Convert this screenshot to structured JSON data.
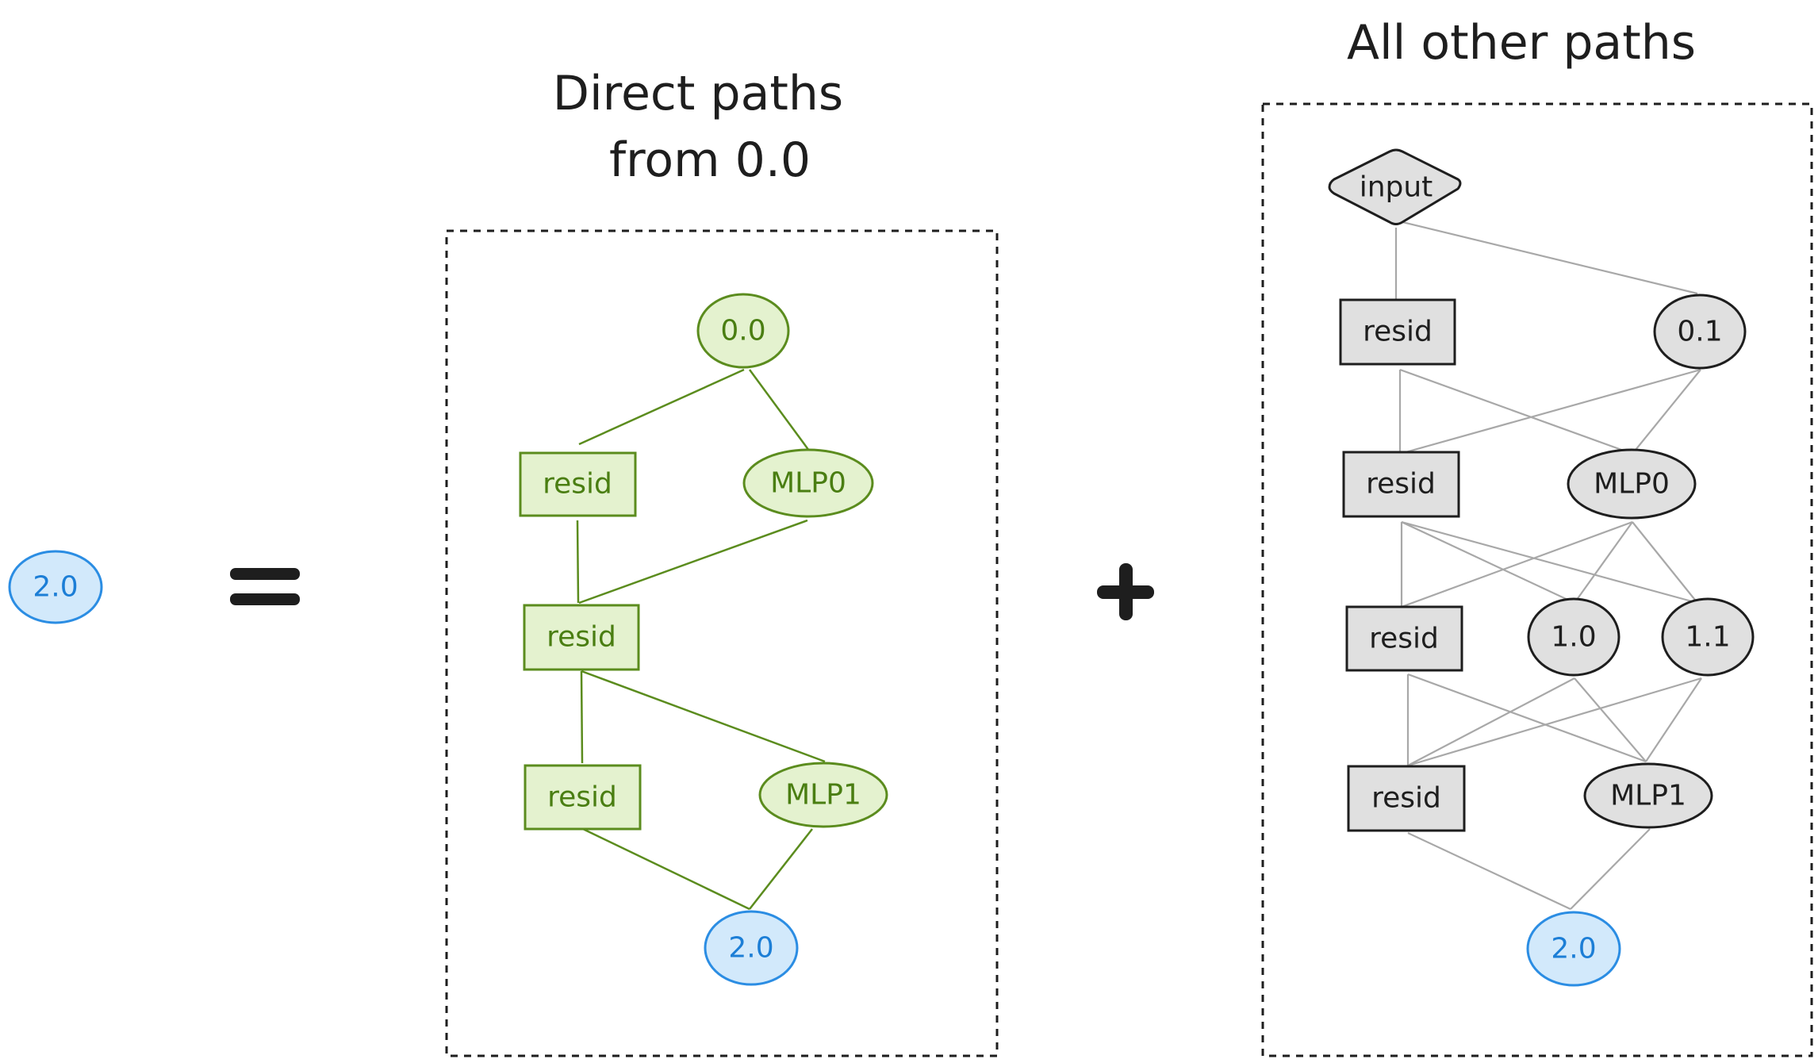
{
  "left_node": {
    "label": "2.0"
  },
  "operators": {
    "equals": "=",
    "plus": "+"
  },
  "direct_panel": {
    "title_line1": "Direct paths",
    "title_line2": "from 0.0",
    "nodes": {
      "source": "0.0",
      "resid_1": "resid",
      "mlp0": "MLP0",
      "resid_2": "resid",
      "resid_3": "resid",
      "mlp1": "MLP1",
      "target": "2.0"
    }
  },
  "other_panel": {
    "title": "All other paths",
    "nodes": {
      "input": "input",
      "resid_1": "resid",
      "head_0_1": "0.1",
      "resid_2": "resid",
      "mlp0": "MLP0",
      "resid_3": "resid",
      "head_1_0": "1.0",
      "head_1_1": "1.1",
      "resid_4": "resid",
      "mlp1": "MLP1",
      "target": "2.0"
    }
  },
  "colors": {
    "direct_path": "#5b8c1e",
    "direct_fill": "#e4f2cf",
    "target": "#2b8de3",
    "target_fill": "#d2e9fb",
    "other_fill": "#e0e0e0",
    "other_edge": "#a8a8a8"
  }
}
